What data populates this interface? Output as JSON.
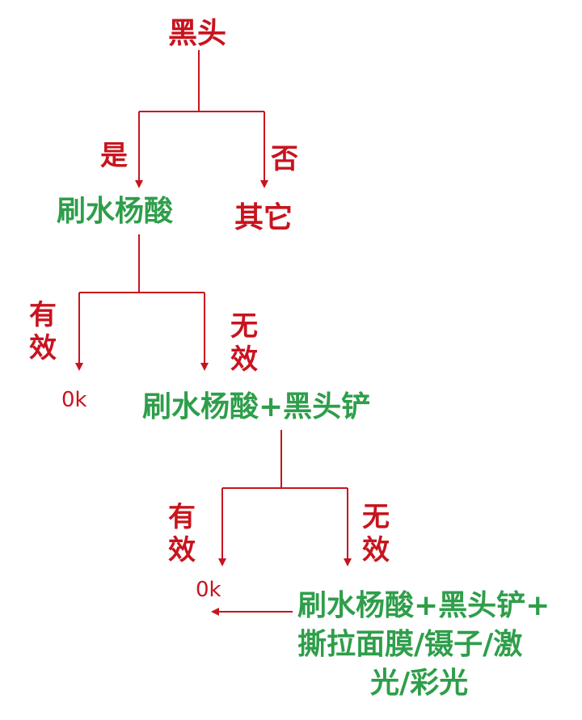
{
  "colors": {
    "line": "#c8141e",
    "red_text": "#c8141e",
    "green_text": "#2e9e4a"
  },
  "nodes": {
    "root": "黑头",
    "yes": "是",
    "no": "否",
    "step1": "刷水杨酸",
    "other": "其它",
    "eff1": "有效",
    "ineff1": "无效",
    "ok1": "0k",
    "step2": "刷水杨酸+黑头铲",
    "eff2": "有效",
    "ineff2": "无效",
    "ok2": "0k",
    "step3_line1": "刷水杨酸+黑头铲+",
    "step3_line2": "撕拉面膜/镊子/激",
    "step3_line3": "光/彩光"
  }
}
